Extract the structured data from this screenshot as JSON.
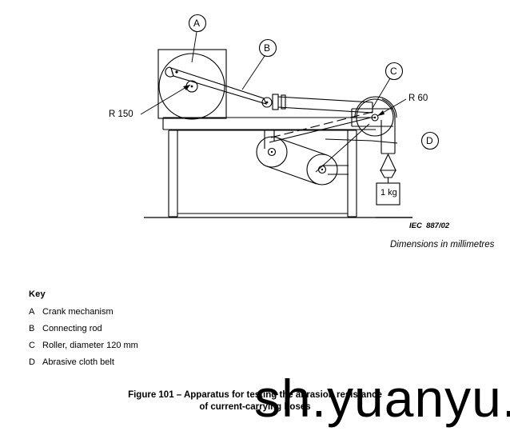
{
  "figure": {
    "drawing_labels": {
      "callout_a": "A",
      "callout_b": "B",
      "callout_c": "C",
      "callout_d": "D",
      "radius_large": "R 150",
      "radius_small": "R 60",
      "weight": "1 kg"
    },
    "iec_code": "IEC  887/02",
    "dimensions_note": "Dimensions in millimetres"
  },
  "key": {
    "heading": "Key",
    "items": [
      {
        "letter": "A",
        "label": "Crank mechanism"
      },
      {
        "letter": "B",
        "label": "Connecting rod"
      },
      {
        "letter": "C",
        "label": "Roller, diameter 120 mm"
      },
      {
        "letter": "D",
        "label": "Abrasive cloth belt"
      }
    ]
  },
  "caption": {
    "line1": "Figure 101 – Apparatus for testing the abrasion resistance",
    "line2": "of current-carrying hoses"
  },
  "watermark": {
    "text": "sh.yuanyu.com"
  },
  "colors": {
    "ink": "#000000",
    "background": "#ffffff"
  }
}
